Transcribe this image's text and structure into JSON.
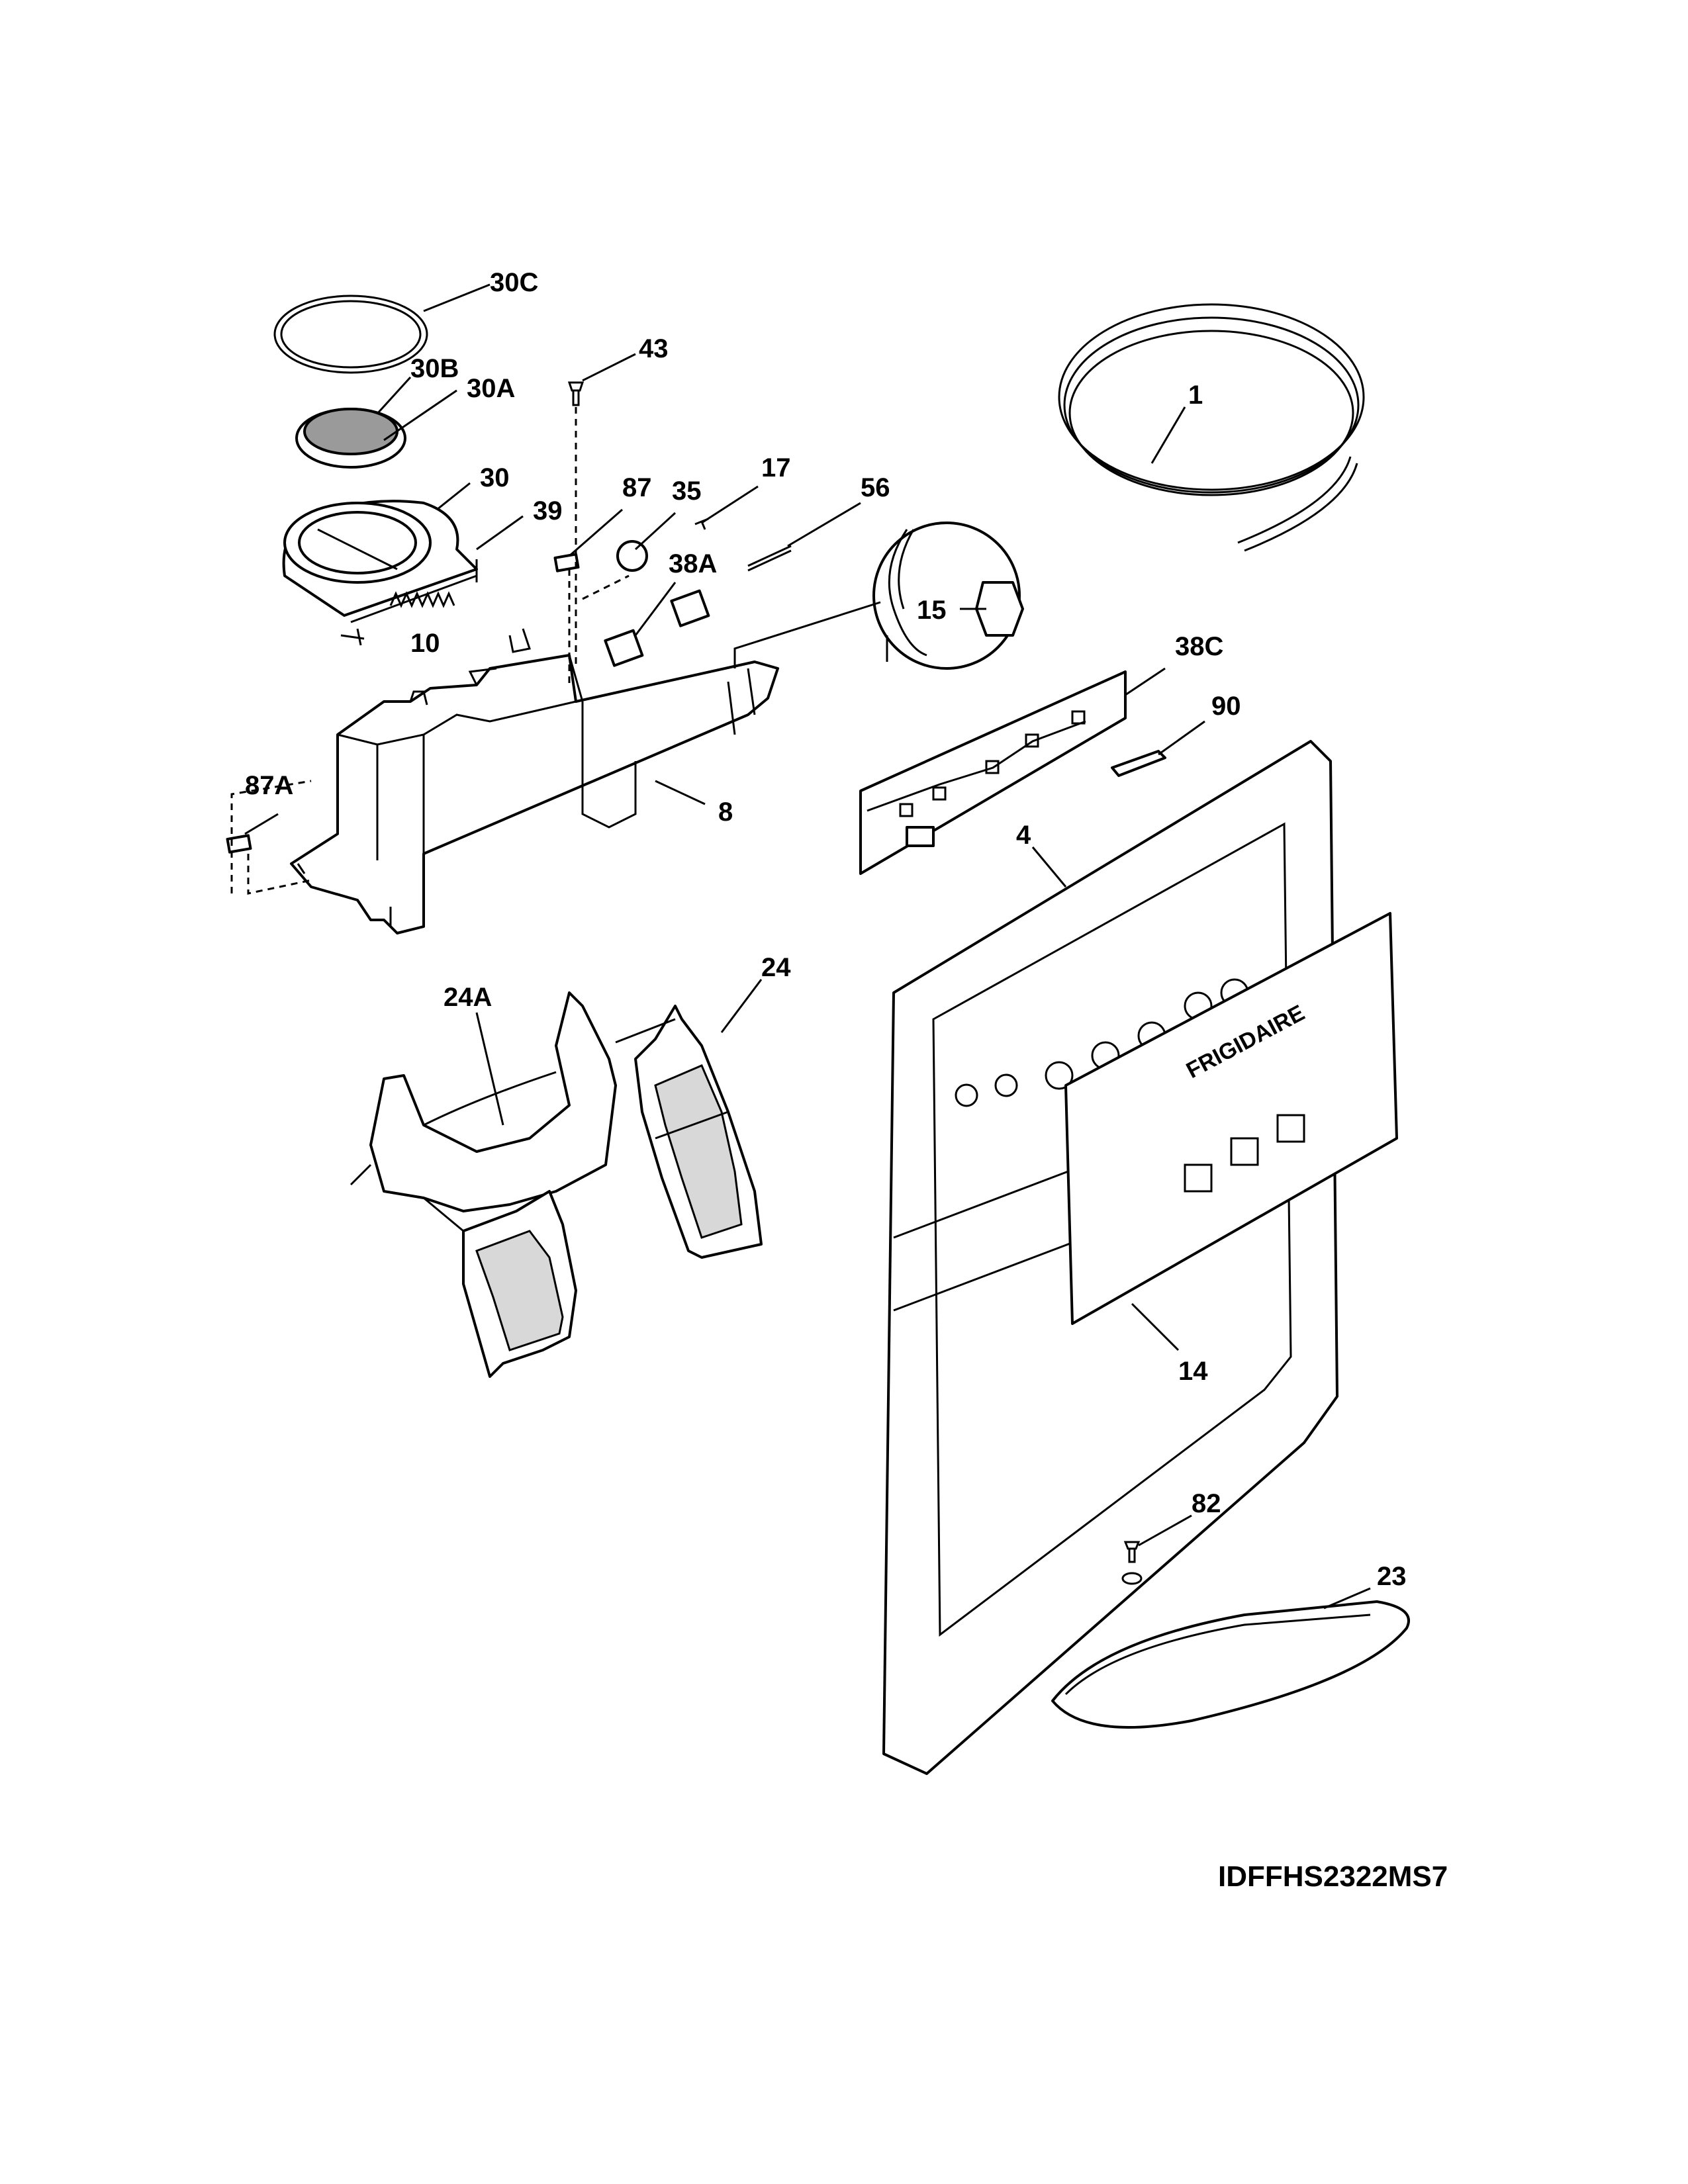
{
  "model_code": "IDFFHS2322MS7",
  "brand_logo": "FRIGIDAIRE",
  "callouts": {
    "p1": "1",
    "p4": "4",
    "p8": "8",
    "p10": "10",
    "p14": "14",
    "p15": "15",
    "p17": "17",
    "p23": "23",
    "p24": "24",
    "p24A": "24A",
    "p30": "30",
    "p30A": "30A",
    "p30B": "30B",
    "p30C": "30C",
    "p35": "35",
    "p38A": "38A",
    "p38C": "38C",
    "p39": "39",
    "p43": "43",
    "p56": "56",
    "p82": "82",
    "p87": "87",
    "p87A": "87A",
    "p90": "90"
  }
}
